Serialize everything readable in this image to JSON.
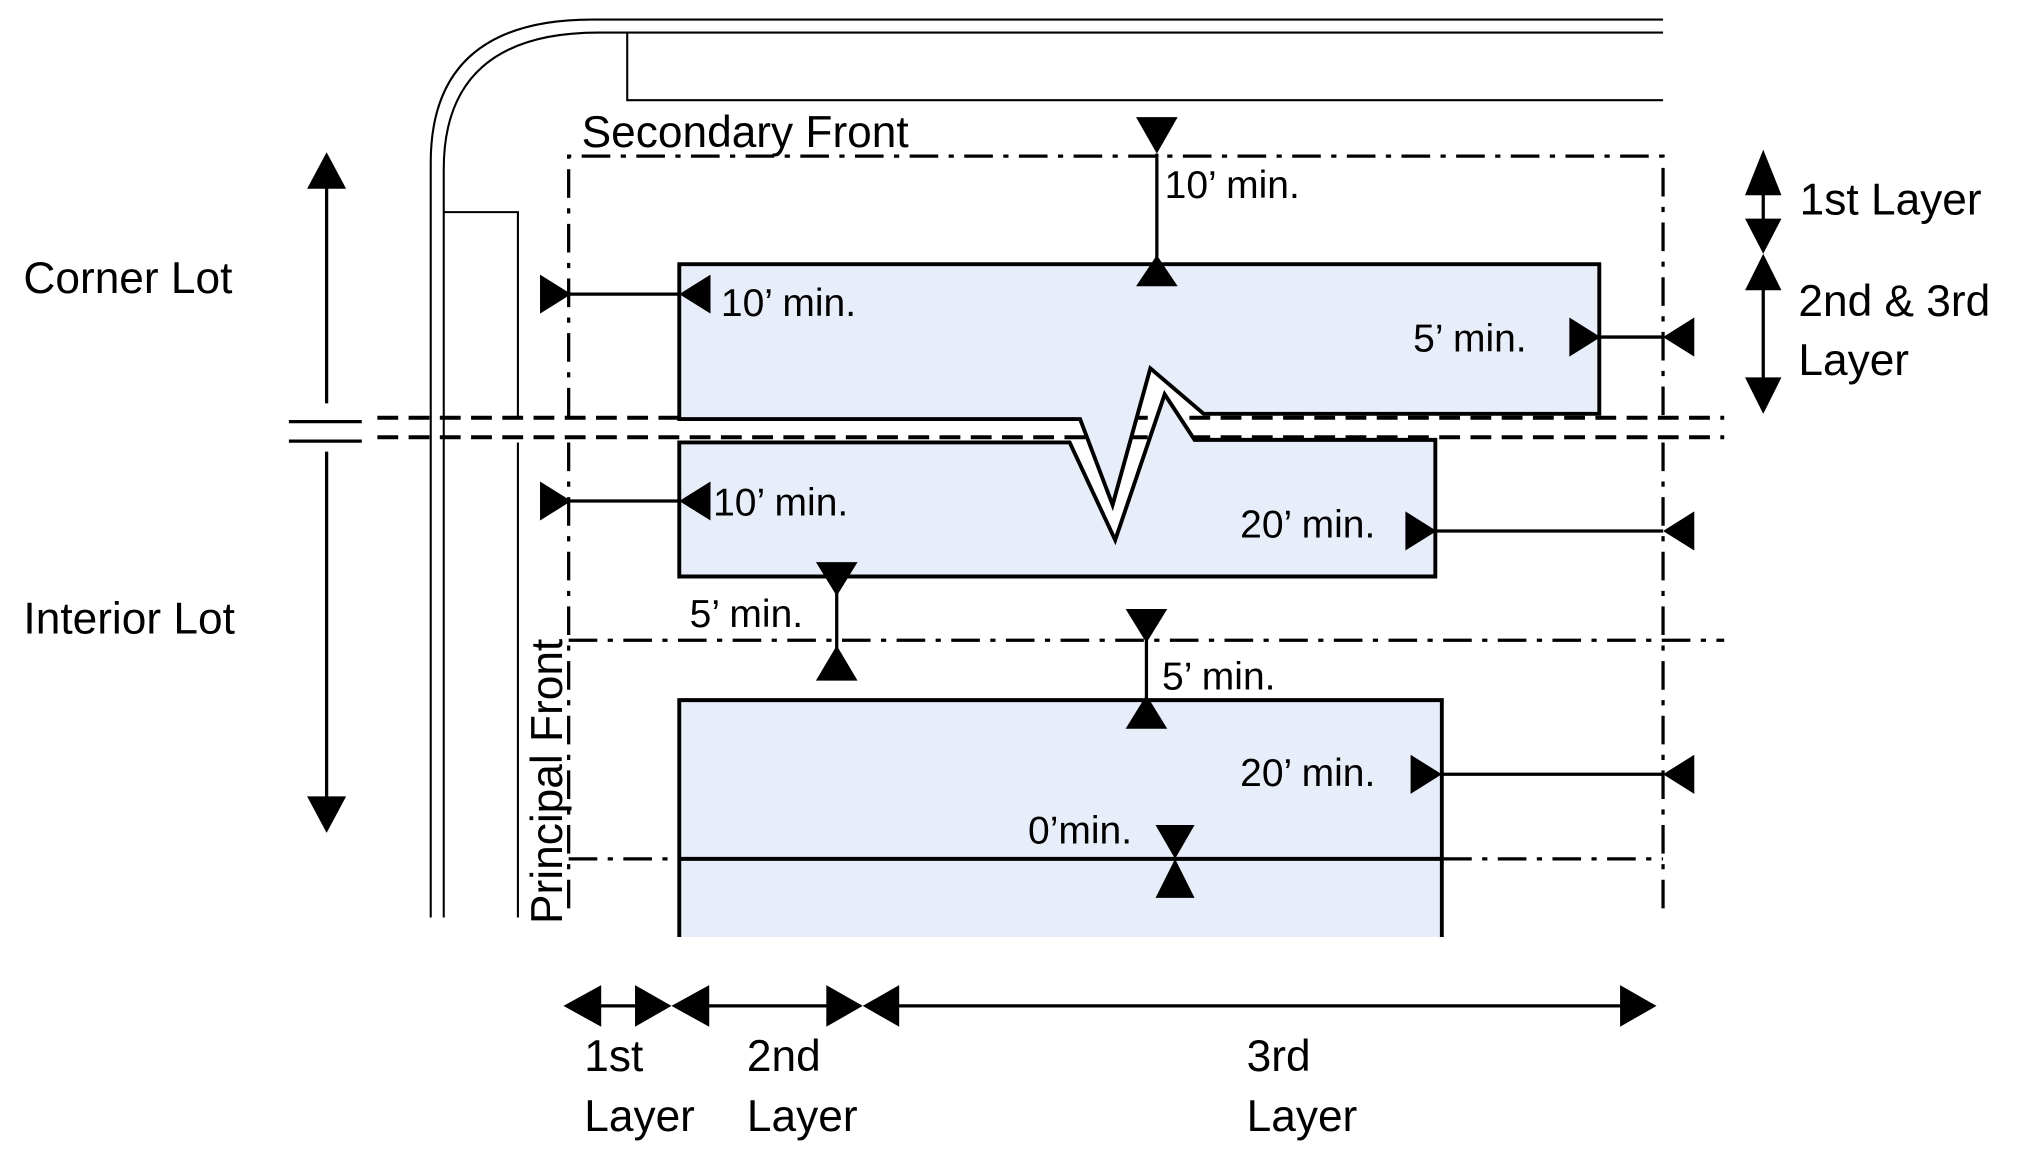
{
  "title": "Building placement layers diagram",
  "colors": {
    "building_fill": "#e8eef9",
    "line": "#000000",
    "background": "#ffffff"
  },
  "lot_labels": {
    "corner": "Corner Lot",
    "interior": "Interior Lot"
  },
  "frontage_labels": {
    "secondary": "Secondary Front",
    "principal": "Principal Front"
  },
  "setbacks": {
    "corner_secondary_front": "10’ min.",
    "corner_principal_front": "10’ min.",
    "corner_side_rear": "5’ min.",
    "interior_principal_front": "10’ min.",
    "interior_rear_upper": "20’ min.",
    "interior_side_left": "5’ min.",
    "interior_side_center": "5’ min.",
    "interior_rear_lower": "20’ min.",
    "interior_party_wall": "0’min."
  },
  "vertical_layers": {
    "first": "1st Layer",
    "second_third_line1": "2nd & 3rd",
    "second_third_line2": "Layer"
  },
  "horizontal_layers": [
    {
      "line1": "1st",
      "line2": "Layer"
    },
    {
      "line1": "2nd",
      "line2": "Layer"
    },
    {
      "line1": "3rd",
      "line2": "Layer"
    }
  ]
}
